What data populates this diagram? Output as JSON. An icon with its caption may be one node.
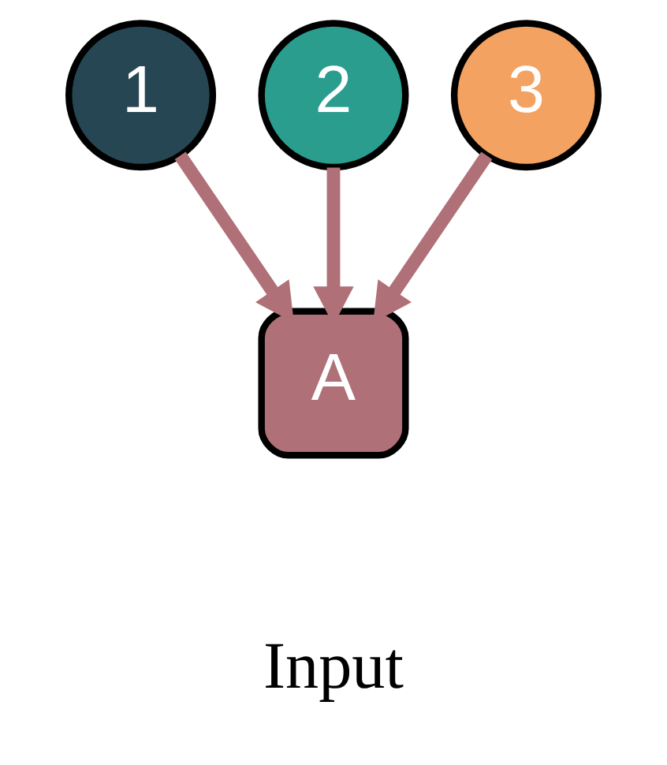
{
  "diagram": {
    "nodes": [
      {
        "text": [
          "1"
        ]
      },
      {
        "text": [
          "2"
        ]
      },
      {
        "text": [
          "3"
        ]
      },
      {
        "text": [
          "A"
        ],
        "beside": [
          "Input"
        ]
      }
    ],
    "edges": [
      {
        "from": 0,
        "to": 3,
        "arrow": "to"
      },
      {
        "from": 1,
        "to": 3,
        "arrow": "to"
      },
      {
        "from": 2,
        "to": 3,
        "arrow": "to"
      }
    ]
  }
}
